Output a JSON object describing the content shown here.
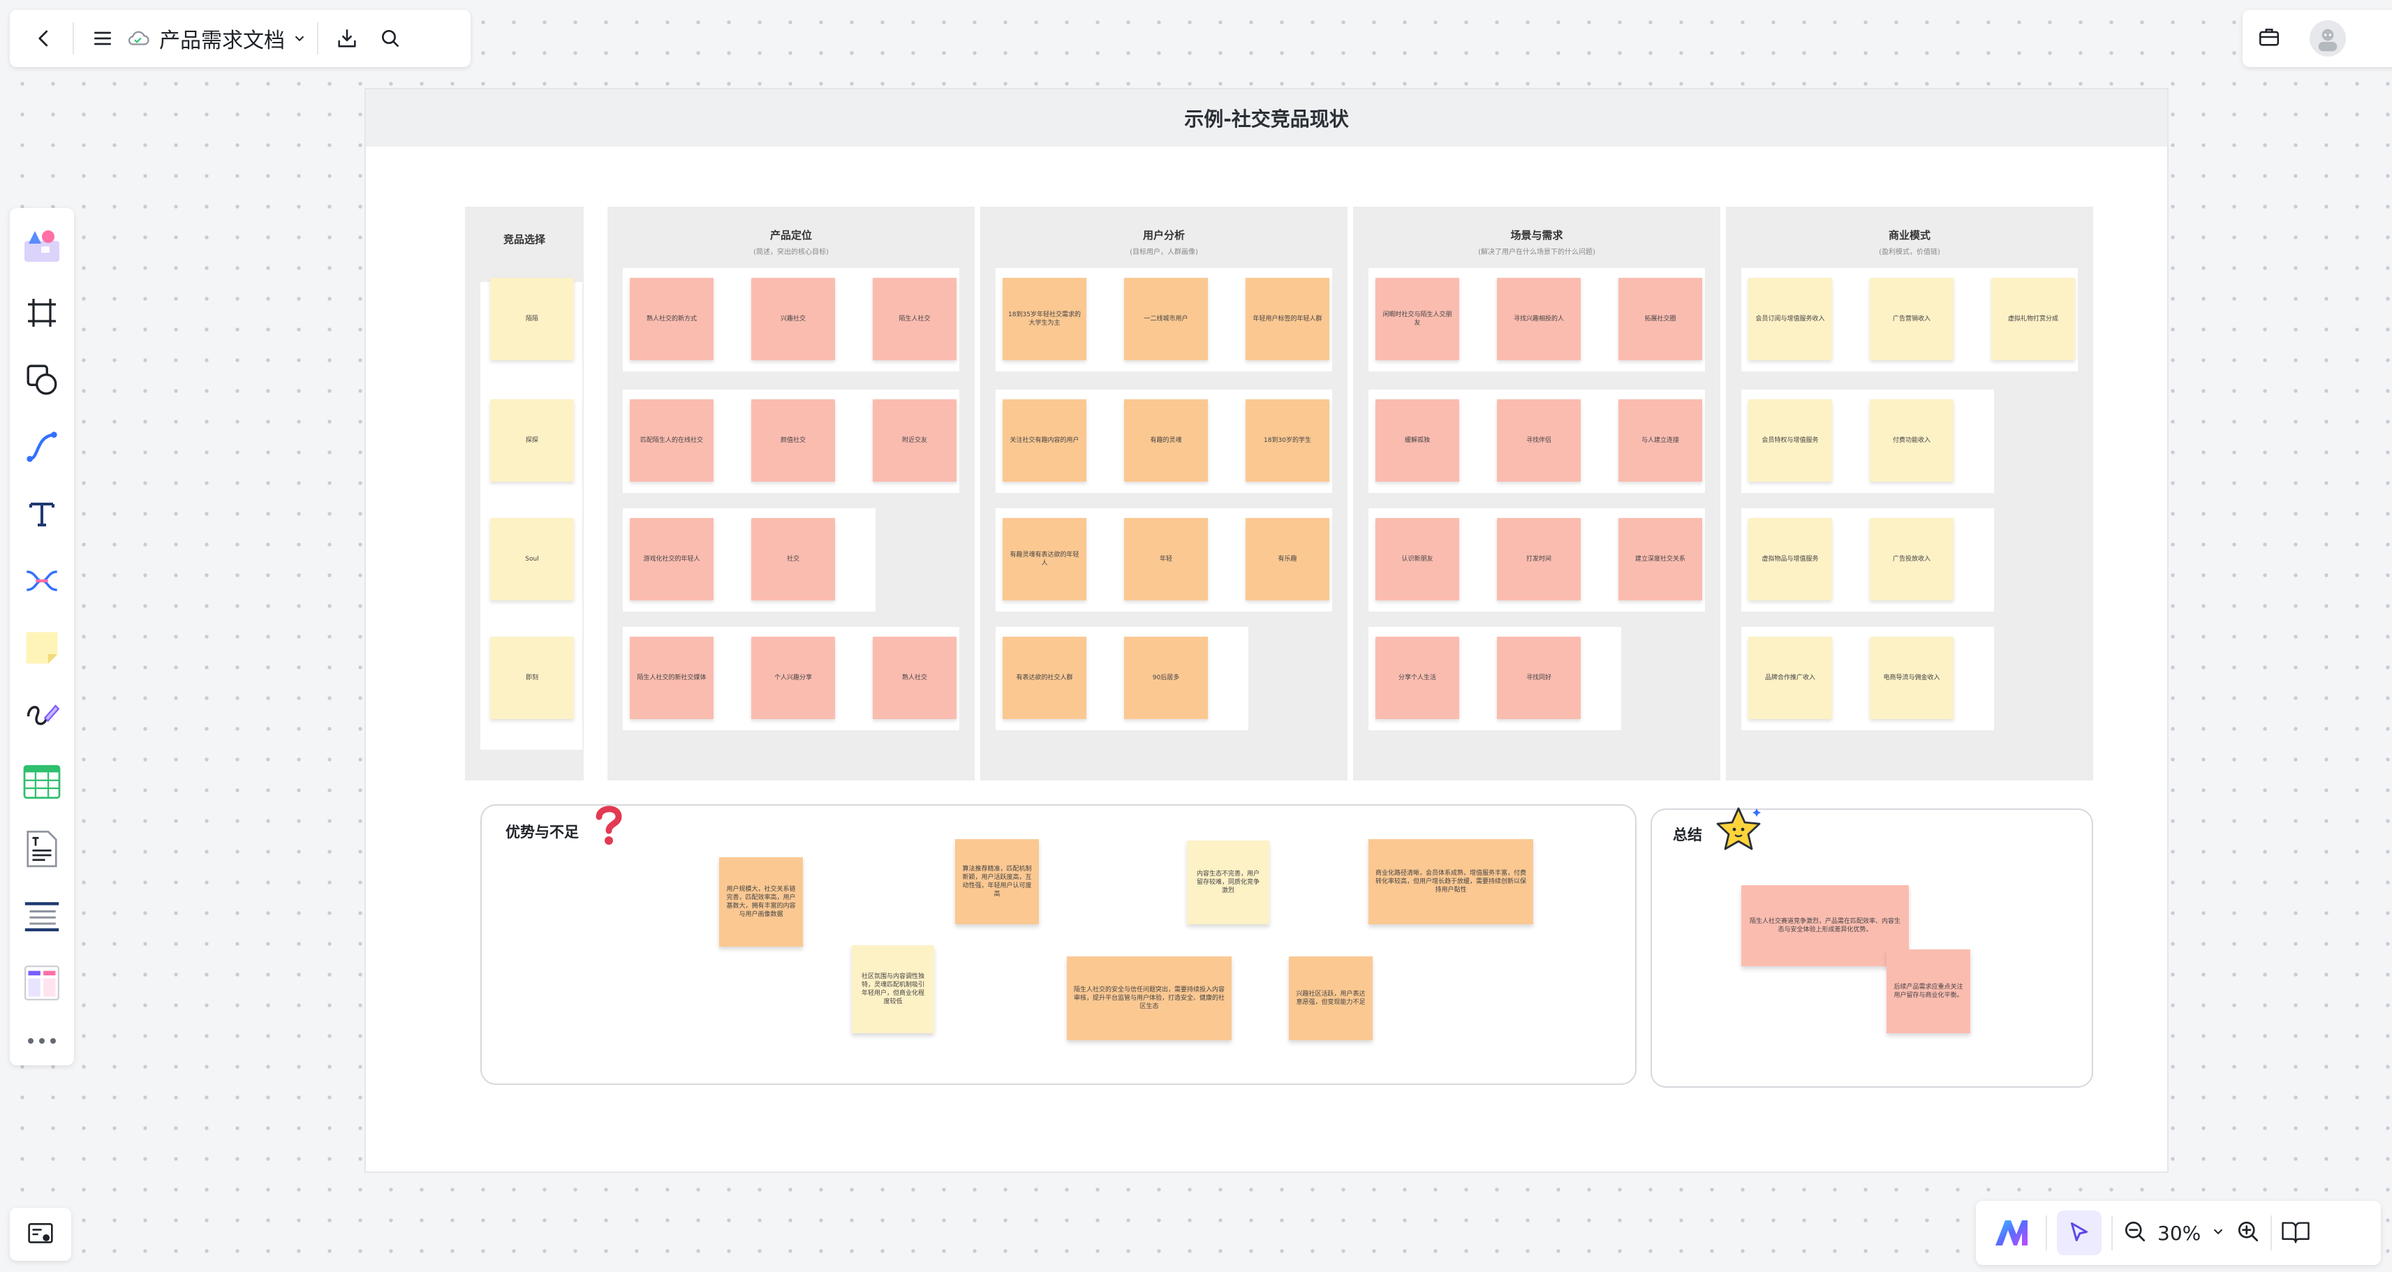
{
  "app": {
    "doc_title": "产品需求文档",
    "zoom": "30%"
  },
  "board": {
    "title": "示例-社交竞品现状",
    "columns": [
      {
        "title": "竞品选择",
        "subtitle": ""
      },
      {
        "title": "产品定位",
        "subtitle": "(简述，突出的核心目标)"
      },
      {
        "title": "用户分析",
        "subtitle": "(目标用户，人群画像)"
      },
      {
        "title": "场景与需求",
        "subtitle": "(解决了用户在什么场景下的什么问题)"
      },
      {
        "title": "商业模式",
        "subtitle": "(盈利模式，价值链)"
      }
    ],
    "competitors": [
      "陌陌",
      "探探",
      "Soul",
      "即刻"
    ],
    "positioning": [
      [
        "熟人社交的新方式",
        "兴趣社交",
        "陌生人社交"
      ],
      [
        "匹配陌生人的在线社交",
        "颜值社交",
        "附近交友"
      ],
      [
        "游戏化社交的年轻人",
        "社交"
      ],
      [
        "陌生人社交的新社交媒体",
        "个人兴趣分享",
        "熟人社交"
      ]
    ],
    "users": [
      [
        "18到35岁年轻社交需求的大学生为主",
        "一二线城市用户",
        "年轻用户标签的年轻人群"
      ],
      [
        "关注社交有趣内容的用户",
        "有趣的灵魂",
        "18到30岁的学生"
      ],
      [
        "有趣灵魂有表达欲的年轻人",
        "年轻",
        "有乐趣"
      ],
      [
        "有表达欲的社交人群",
        "90后居多"
      ]
    ],
    "scenes": [
      [
        "闲暇时社交与陌生人交朋友",
        "寻找兴趣相投的人",
        "拓展社交圈"
      ],
      [
        "缓解孤独",
        "寻找伴侣",
        "与人建立连接"
      ],
      [
        "认识新朋友",
        "打发时间",
        "建立深度社交关系"
      ],
      [
        "分享个人生活",
        "寻找同好"
      ]
    ],
    "business": [
      [
        "会员订阅与增值服务收入",
        "广告营销收入",
        "虚拟礼物打赏分成"
      ],
      [
        "会员特权与增值服务",
        "付费功能收入"
      ],
      [
        "虚拟物品与增值服务",
        "广告投放收入"
      ],
      [
        "品牌合作推广收入",
        "电商导流与佣金收入"
      ]
    ],
    "pros_cons": {
      "title": "优势与不足",
      "notes": [
        "用户规模大，社交关系链完善，匹配效率高，用户基数大，拥有丰富的内容与用户画像数据",
        "算法推荐精准，匹配机制新颖，用户活跃度高，互动性强，年轻用户认可度高",
        "内容生态不完善，用户留存较难，同质化竞争激烈",
        "商业化路径清晰，会员体系成熟，增值服务丰富，付费转化率较高，但用户增长趋于放缓，需要持续创新以保持用户黏性",
        "社区氛围与内容调性独特，灵魂匹配机制吸引年轻用户，但商业化程度较低",
        "陌生人社交的安全与信任问题突出，需要持续投入内容审核，提升平台监管与用户体验，打造安全、健康的社区生态",
        "兴趣社区活跃，用户表达意愿强，但变现能力不足"
      ]
    },
    "summary": {
      "title": "总结",
      "notes": [
        "陌生人社交赛道竞争激烈，产品需在匹配效率、内容生态与安全体验上形成差异化优势。",
        "后续产品需求应重点关注用户留存与商业化平衡。"
      ]
    }
  },
  "colors": {
    "accent": "#7a5cff",
    "note_yellow": "#fdf1c6",
    "note_pink": "#fbbcb0",
    "note_orange": "#fbc892"
  }
}
